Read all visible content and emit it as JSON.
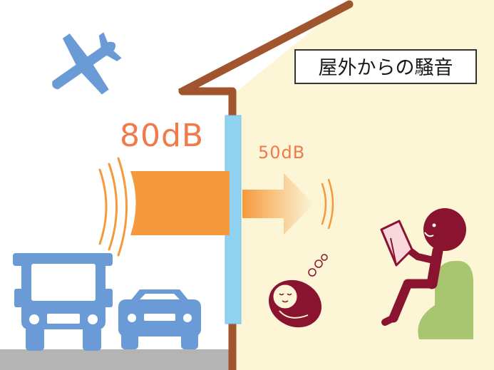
{
  "title": "屋外からの騒音",
  "outdoor_level": "80dB",
  "indoor_level": "50dB",
  "colors": {
    "outdoor_bg": "#ffffff",
    "indoor_bg": "#fcf5d6",
    "ground": "#b4b4b4",
    "roof": "#a1552e",
    "wall_window": "#8fd3f0",
    "sound_orange": "#f59a3c",
    "sound_text": "#f07a4a",
    "vehicle_blue": "#6a9bd6",
    "person_maroon": "#8a1430",
    "chair_green": "#a7c66f",
    "book_pink": "#f8d7dd"
  },
  "icons": {
    "airplane": "airplane-icon",
    "truck": "truck-icon",
    "car": "car-icon",
    "wall": "wall-window-icon",
    "baby": "sleeping-baby-icon",
    "person": "reading-person-icon",
    "chair": "chair-icon"
  }
}
